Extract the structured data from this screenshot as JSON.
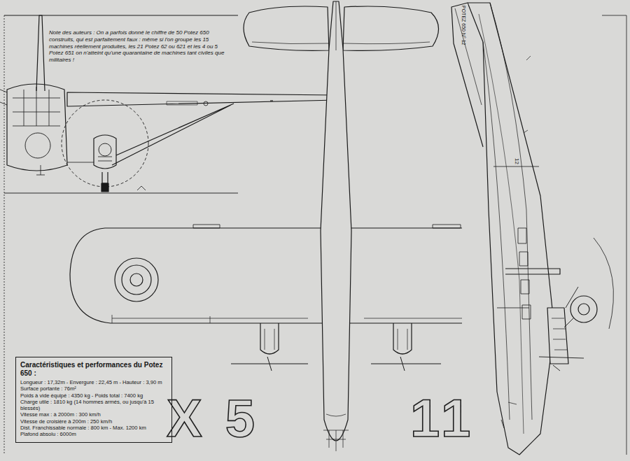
{
  "diagram": {
    "nodes": [
      {
        "text": [
          "Caractéristiques et performances du Potez 650 :",
          "Longueur : 17,32m - Envergure : 22,45 m - Hauteur : 3,90 m",
          "Surface portante : 76m²",
          "Poids à vide équipé : 4350 kg - Poids total : 7400 kg",
          "Charge utile : 1810 kg (14 hommes armés, ou jusqu'à 15 blessés)",
          "Vitesse max : à 2000m : 300 km/h",
          "Vitesse de croisière à 200m : 250 km/h",
          "Dist. Franchissable normale : 800 km - Max. 1200 km",
          "Plafond absolu : 6000m"
        ]
      }
    ],
    "labels": [
      "Note des auteurs : On a parfois donné le chiffre de 50 Potez 650 construits, qui est parfaitement faux : même si l'on groupe les 15 machines réellement produites, les 21 Potez 62 ou 621 et les 4 ou 5 Potez 651 on n'atteint qu'une quarantaine de machines tant civiles que militaires !",
      "X 5",
      "11",
      "POTEZ 650 N° 12",
      "12"
    ]
  }
}
